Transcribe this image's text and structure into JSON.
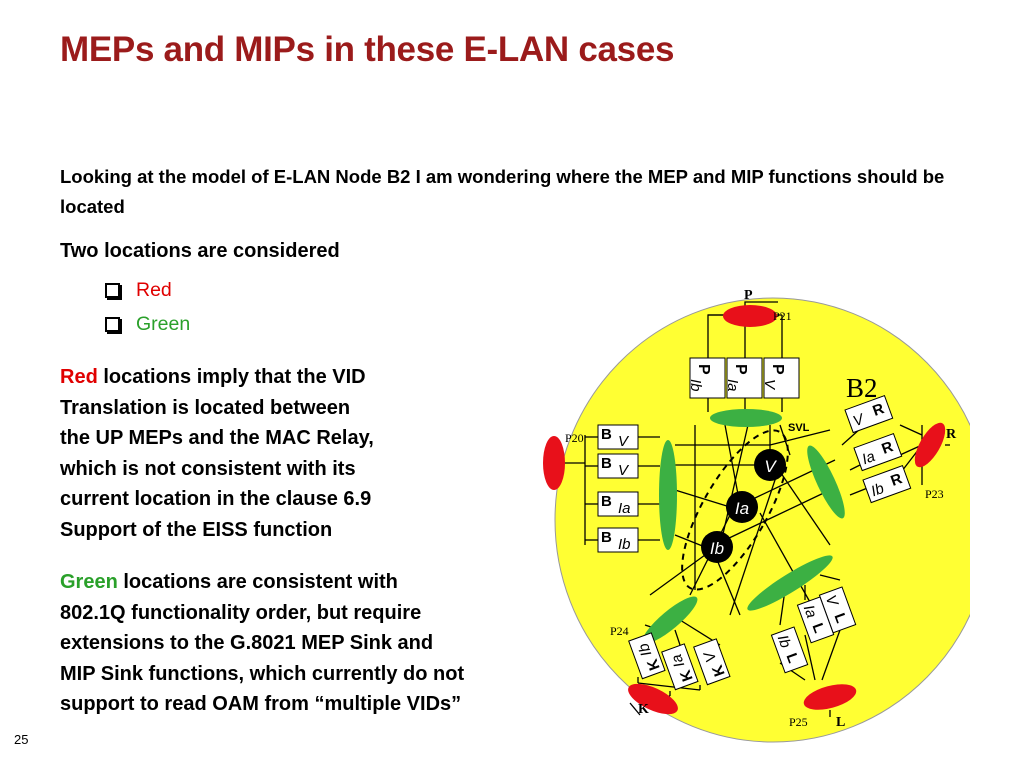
{
  "slide": {
    "title": "MEPs and MIPs in these E-LAN cases",
    "intro": "Looking at the model of E-LAN Node B2 I am wondering where the MEP and MIP functions should be located",
    "locations_heading": "Two locations are considered",
    "bullets": [
      {
        "label": "Red",
        "color": "#e00000"
      },
      {
        "label": "Green",
        "color": "#2aa02a"
      }
    ],
    "red_para": {
      "lead": "Red",
      "lines": [
        " locations imply that the VID",
        "Translation is located between",
        "the UP MEPs and the MAC Relay,",
        "which is not consistent with its",
        "current location in the clause 6.9",
        "Support of the EISS function"
      ]
    },
    "green_para": {
      "lead": "Green",
      "lines": [
        " locations are consistent with",
        "802.1Q functionality order, but require",
        "extensions to the G.8021 MEP Sink and",
        "MIP Sink functions, which currently do not",
        "support to read OAM from “multiple VIDs”"
      ]
    },
    "page_number": "25"
  },
  "diagram": {
    "node_label": "B2",
    "svl_label": "SVL",
    "ports": {
      "P": "P",
      "P21": "P21",
      "P20": "P20",
      "R": "R",
      "P23": "P23",
      "P24": "P24",
      "K": "K",
      "P25": "P25",
      "L": "L"
    },
    "relays": {
      "V": "V",
      "Ia": "Ia",
      "Ib": "Ib"
    },
    "p_boxes": [
      {
        "port": "P",
        "vid": "Ib"
      },
      {
        "port": "P",
        "vid": "Ia"
      },
      {
        "port": "P",
        "vid": "V"
      }
    ],
    "b_boxes": [
      {
        "port": "B",
        "vid": "V"
      },
      {
        "port": "B",
        "vid": "V"
      },
      {
        "port": "B",
        "vid": "Ia"
      },
      {
        "port": "B",
        "vid": "Ib"
      }
    ],
    "r_boxes": [
      {
        "port": "R",
        "vid": "V"
      },
      {
        "port": "R",
        "vid": "Ia"
      },
      {
        "port": "R",
        "vid": "Ib"
      }
    ],
    "k_boxes": [
      {
        "port": "K",
        "vid": "Ib"
      },
      {
        "port": "K",
        "vid": "Ia"
      },
      {
        "port": "K",
        "vid": "V"
      }
    ],
    "l_boxes": [
      {
        "port": "L",
        "vid": "V"
      },
      {
        "port": "L",
        "vid": "Ia"
      },
      {
        "port": "L",
        "vid": "Ib"
      }
    ],
    "colors": {
      "node": "#ffff33",
      "red": "#e8101a",
      "green": "#3cb043",
      "relay": "#000000"
    }
  }
}
